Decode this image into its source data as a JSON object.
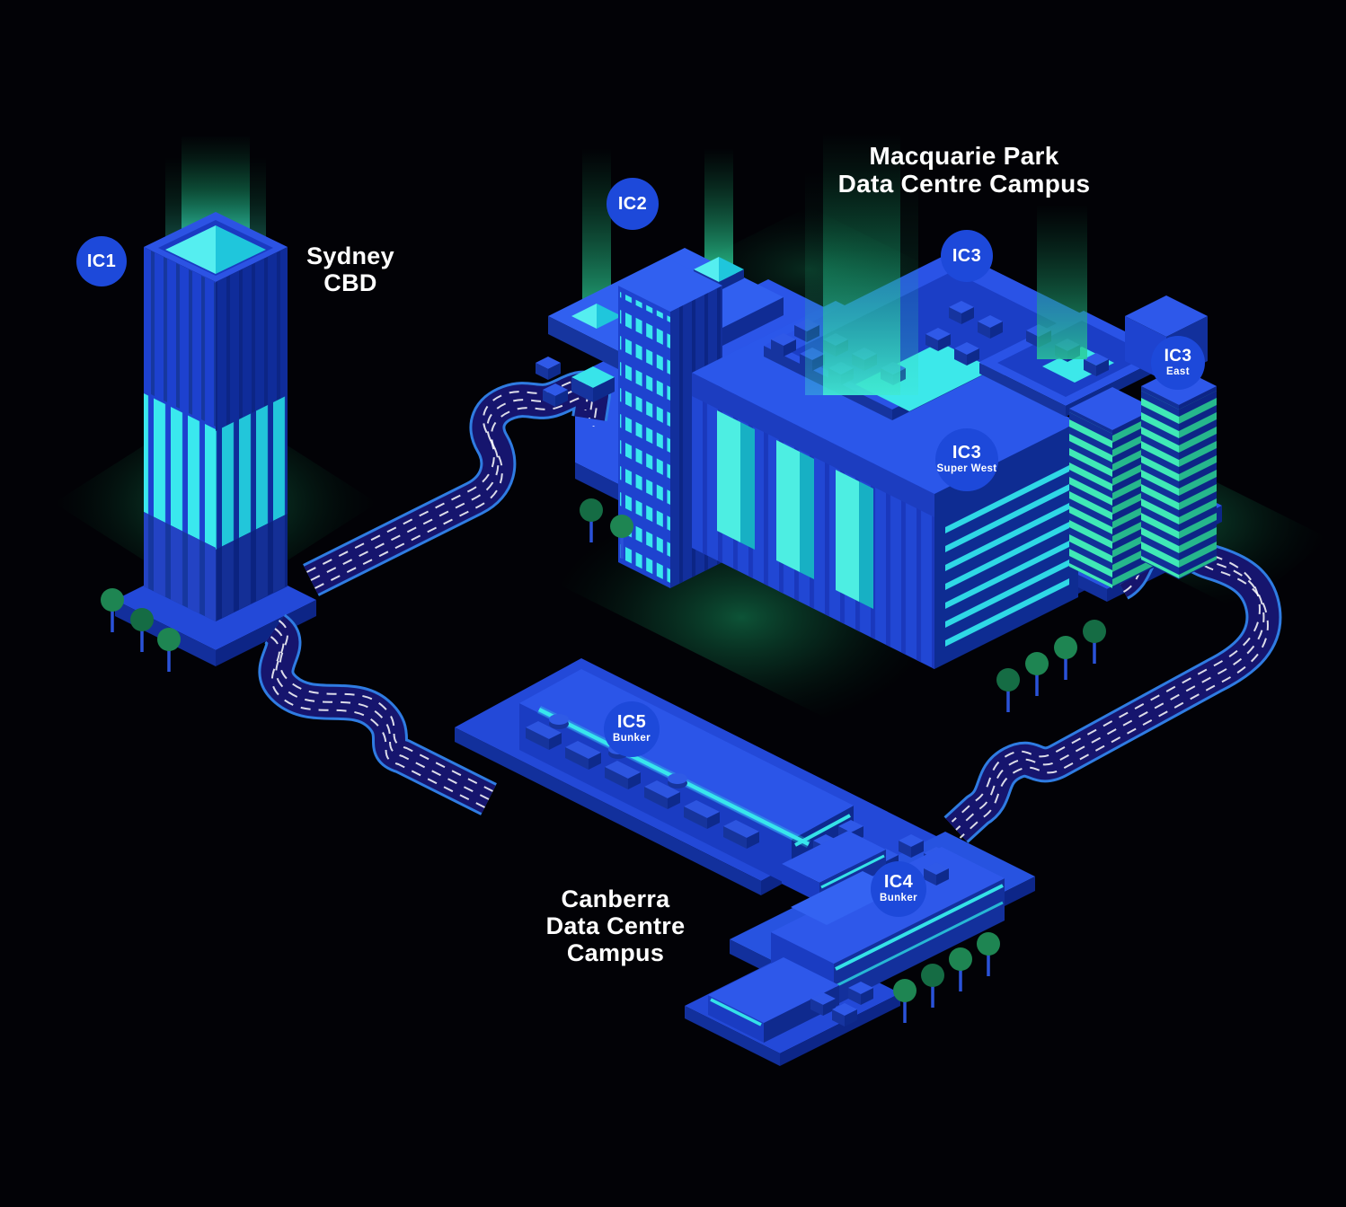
{
  "labels": {
    "sydney": [
      "Sydney",
      "CBD"
    ],
    "macquarie": [
      "Macquarie Park",
      "Data Centre Campus"
    ],
    "canberra": [
      "Canberra",
      "Data Centre",
      "Campus"
    ]
  },
  "badges": {
    "ic1": {
      "title": "IC1",
      "subtitle": ""
    },
    "ic2": {
      "title": "IC2",
      "subtitle": ""
    },
    "ic3": {
      "title": "IC3",
      "subtitle": ""
    },
    "ic3_east": {
      "title": "IC3",
      "subtitle": "East"
    },
    "ic3_super_west": {
      "title": "IC3",
      "subtitle": "Super West"
    },
    "ic5_bunker": {
      "title": "IC5",
      "subtitle": "Bunker"
    },
    "ic4_bunker": {
      "title": "IC4",
      "subtitle": "Bunker"
    }
  },
  "colors": {
    "background": "#020206",
    "badge_blue": "#1d49da",
    "building_blue": "#2b55e8",
    "building_shadow": "#0e2c92",
    "cyan_glow": "#35e2ea",
    "mint_green": "#3fe8b4",
    "road_fill": "#16156e",
    "road_edge": "#2f7ce2",
    "tree_green": "#1e8552",
    "label_white": "#ffffff"
  }
}
